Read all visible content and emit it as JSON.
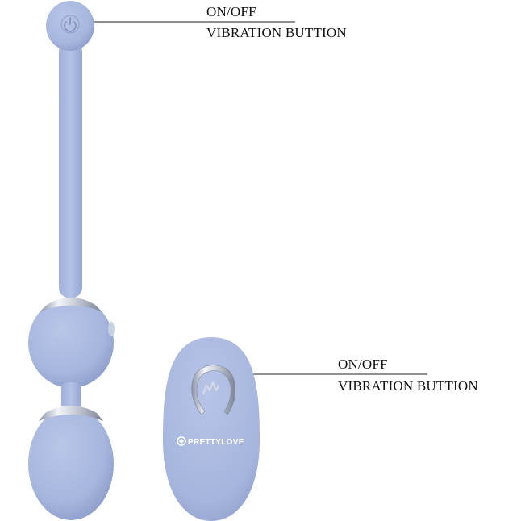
{
  "callouts": [
    {
      "line1": "ON/OFF",
      "line2": "VIBRATION BUTTION"
    },
    {
      "line1": "ON/OFF",
      "line2": "VIBRATION BUTTION"
    }
  ],
  "remote": {
    "brand_text": "PRETTYLOVE"
  },
  "colors": {
    "product": "#a9b8df",
    "product_shadow": "#8f9fcb",
    "chrome": "#d9dde6",
    "text": "#111111"
  },
  "icons": [
    "power-icon",
    "logo-icon"
  ]
}
